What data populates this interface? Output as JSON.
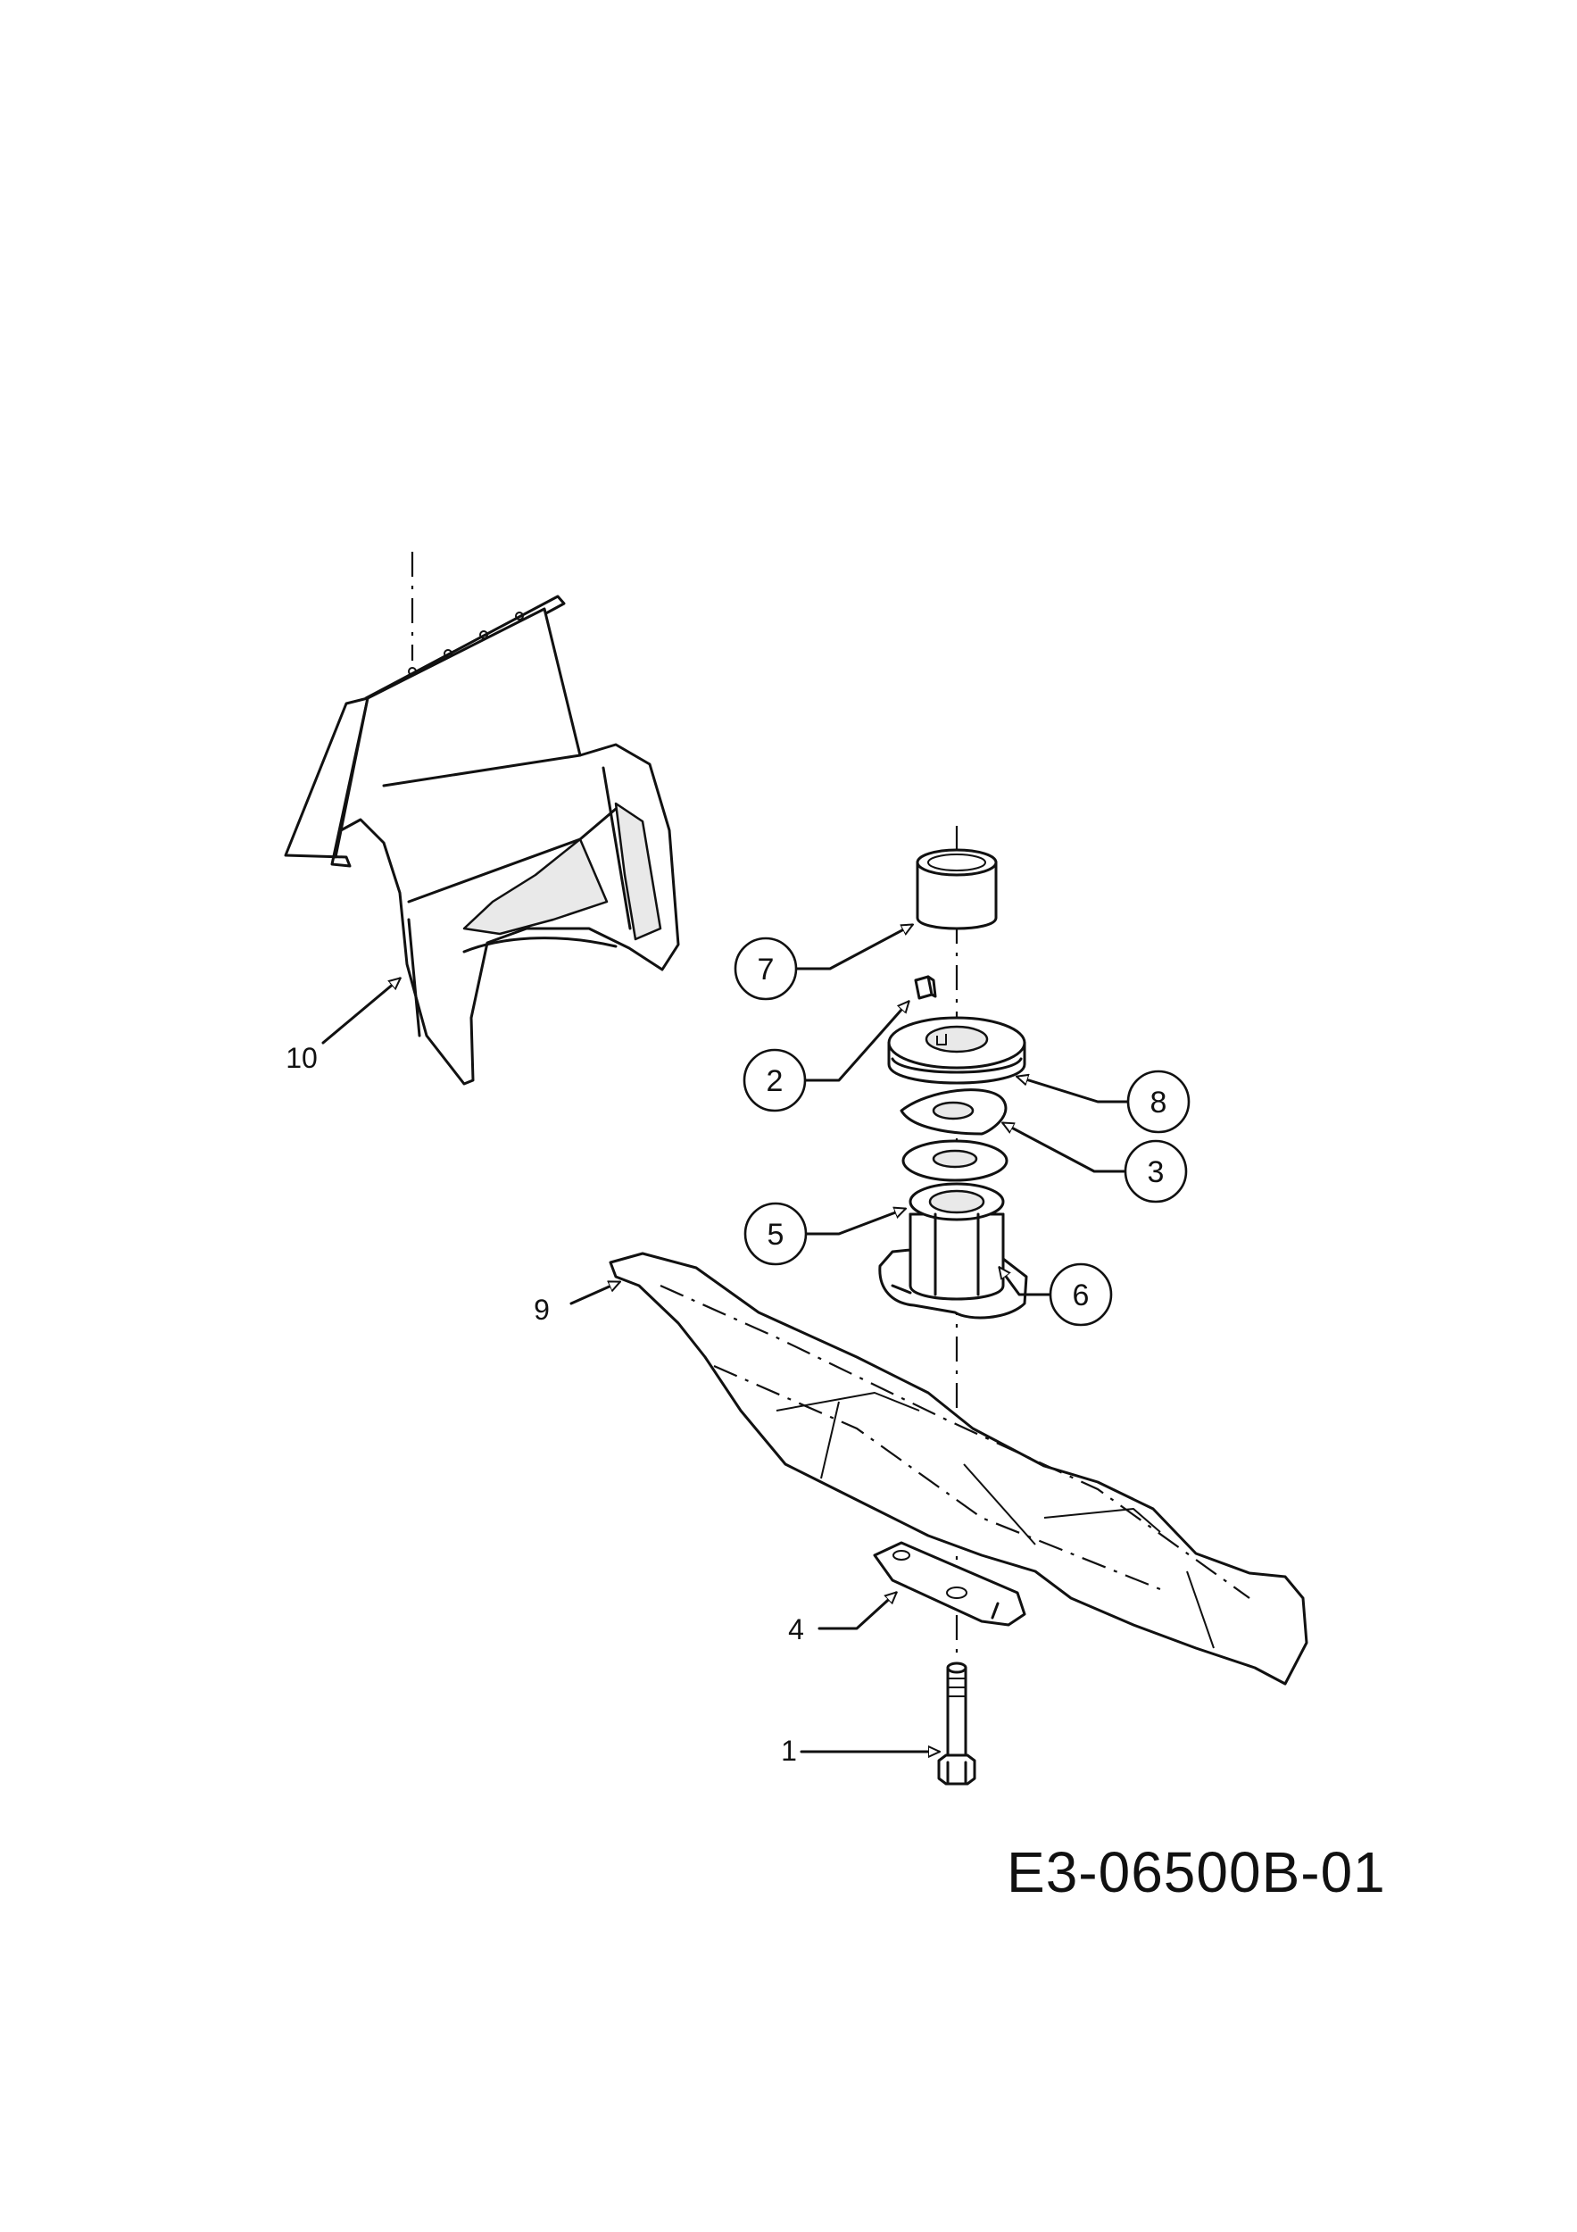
{
  "drawing": {
    "code": "E3-06500B-01"
  },
  "callouts": [
    {
      "id": "1",
      "label": "1",
      "style": "plain"
    },
    {
      "id": "2",
      "label": "2",
      "style": "circle"
    },
    {
      "id": "3",
      "label": "3",
      "style": "circle"
    },
    {
      "id": "4",
      "label": "4",
      "style": "plain"
    },
    {
      "id": "5",
      "label": "5",
      "style": "circle"
    },
    {
      "id": "6",
      "label": "6",
      "style": "circle"
    },
    {
      "id": "7",
      "label": "7",
      "style": "circle"
    },
    {
      "id": "8",
      "label": "8",
      "style": "circle"
    },
    {
      "id": "9",
      "label": "9",
      "style": "plain"
    },
    {
      "id": "10",
      "label": "10",
      "style": "plain"
    }
  ]
}
